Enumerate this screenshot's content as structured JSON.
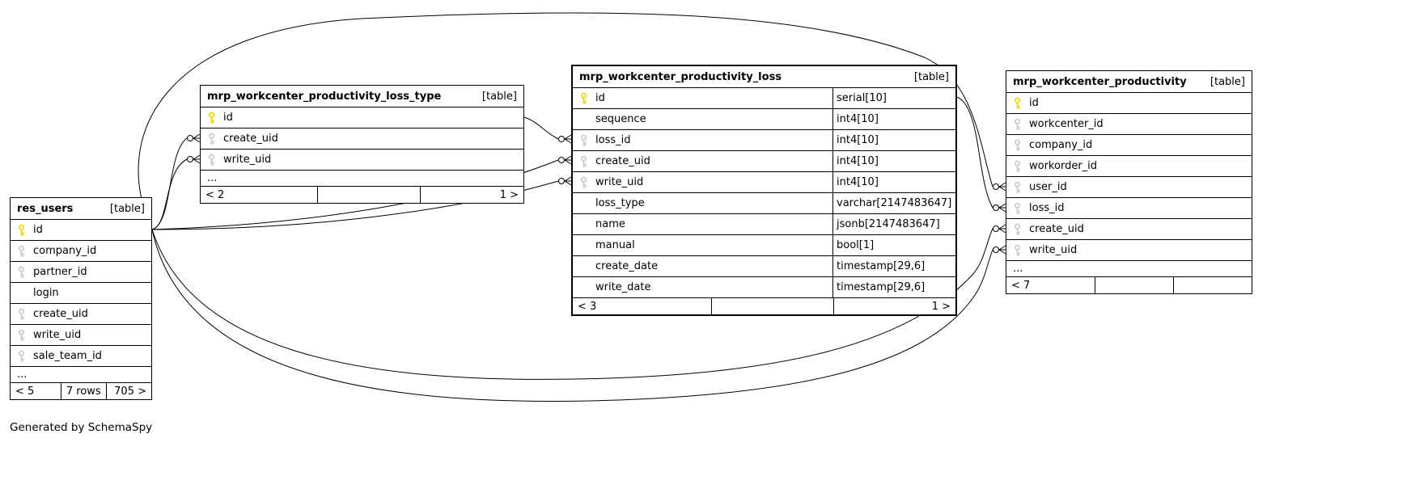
{
  "diagram": {
    "credit": "Generated by SchemaSpy"
  },
  "colors": {
    "pk_key": "#e8d800",
    "fk_key": "#c9c9c9",
    "line": "#000000"
  },
  "tables": [
    {
      "name": "res_users",
      "badge": "[table]",
      "columns": [
        {
          "name": "id",
          "key": "pk"
        },
        {
          "name": "company_id",
          "key": "fk"
        },
        {
          "name": "partner_id",
          "key": "fk"
        },
        {
          "name": "login",
          "key": null
        },
        {
          "name": "create_uid",
          "key": "fk"
        },
        {
          "name": "write_uid",
          "key": "fk"
        },
        {
          "name": "sale_team_id",
          "key": "fk"
        },
        {
          "name": "...",
          "ellipsis": true
        }
      ],
      "footer": [
        "< 5",
        "7 rows",
        "705 >"
      ]
    },
    {
      "name": "mrp_workcenter_productivity_loss_type",
      "badge": "[table]",
      "columns": [
        {
          "name": "id",
          "key": "pk"
        },
        {
          "name": "create_uid",
          "key": "fk"
        },
        {
          "name": "write_uid",
          "key": "fk"
        },
        {
          "name": "...",
          "ellipsis": true
        }
      ],
      "footer": [
        "< 2",
        "",
        "1 >"
      ]
    },
    {
      "name": "mrp_workcenter_productivity_loss",
      "badge": "[table]",
      "columns": [
        {
          "name": "id",
          "key": "pk",
          "type": "serial[10]"
        },
        {
          "name": "sequence",
          "key": null,
          "type": "int4[10]"
        },
        {
          "name": "loss_id",
          "key": "fk",
          "type": "int4[10]"
        },
        {
          "name": "create_uid",
          "key": "fk",
          "type": "int4[10]"
        },
        {
          "name": "write_uid",
          "key": "fk",
          "type": "int4[10]"
        },
        {
          "name": "loss_type",
          "key": null,
          "type": "varchar[2147483647]"
        },
        {
          "name": "name",
          "key": null,
          "type": "jsonb[2147483647]"
        },
        {
          "name": "manual",
          "key": null,
          "type": "bool[1]"
        },
        {
          "name": "create_date",
          "key": null,
          "type": "timestamp[29,6]"
        },
        {
          "name": "write_date",
          "key": null,
          "type": "timestamp[29,6]"
        }
      ],
      "footer": [
        "< 3",
        "",
        "1 >"
      ]
    },
    {
      "name": "mrp_workcenter_productivity",
      "badge": "[table]",
      "columns": [
        {
          "name": "id",
          "key": "pk"
        },
        {
          "name": "workcenter_id",
          "key": "fk"
        },
        {
          "name": "company_id",
          "key": "fk"
        },
        {
          "name": "workorder_id",
          "key": "fk"
        },
        {
          "name": "user_id",
          "key": "fk"
        },
        {
          "name": "loss_id",
          "key": "fk"
        },
        {
          "name": "create_uid",
          "key": "fk"
        },
        {
          "name": "write_uid",
          "key": "fk"
        },
        {
          "name": "...",
          "ellipsis": true
        }
      ],
      "footer": [
        "< 7",
        "",
        ""
      ]
    }
  ],
  "relationships": [
    {
      "from": "res_users.id",
      "to": "mrp_workcenter_productivity_loss_type.create_uid"
    },
    {
      "from": "res_users.id",
      "to": "mrp_workcenter_productivity_loss_type.write_uid"
    },
    {
      "from": "res_users.id",
      "to": "mrp_workcenter_productivity_loss.create_uid"
    },
    {
      "from": "res_users.id",
      "to": "mrp_workcenter_productivity_loss.write_uid"
    },
    {
      "from": "res_users.id",
      "to": "mrp_workcenter_productivity.user_id"
    },
    {
      "from": "res_users.id",
      "to": "mrp_workcenter_productivity.create_uid"
    },
    {
      "from": "res_users.id",
      "to": "mrp_workcenter_productivity.write_uid"
    },
    {
      "from": "mrp_workcenter_productivity_loss_type.id",
      "to": "mrp_workcenter_productivity_loss.loss_id"
    },
    {
      "from": "mrp_workcenter_productivity_loss.id",
      "to": "mrp_workcenter_productivity.loss_id"
    }
  ]
}
